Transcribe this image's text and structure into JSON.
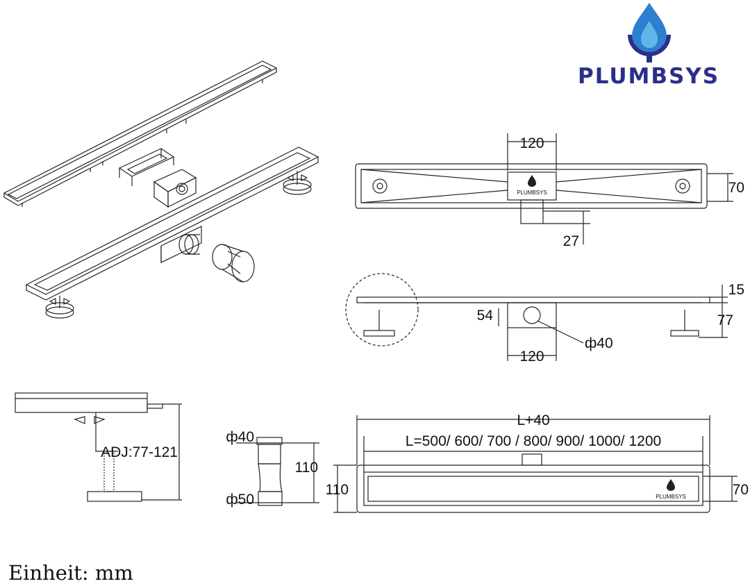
{
  "brand": {
    "name": "PLUMBSYS",
    "colors": {
      "navy": "#2b2f8a",
      "blue": "#2f7fd0",
      "light_blue": "#5fb6e8"
    }
  },
  "dimensions": {
    "top_view": {
      "outlet_width": "120",
      "height": "70",
      "outlet_depth": "27"
    },
    "side_view": {
      "top": "15",
      "total": "77",
      "left": "54",
      "outlet_width": "120",
      "outlet_diameter": "ф40"
    },
    "leg_detail": {
      "adjust": "ADJ:77-121"
    },
    "outlet_detail": {
      "top_diameter": "ф40",
      "height": "110",
      "bottom_diameter": "ф50"
    },
    "length_view": {
      "overall": "L+40",
      "lengths": "L=500/ 600/ 700 / 800/ 900/ 1000/ 1200",
      "depth": "110",
      "width": "70"
    }
  },
  "unit_label": "Einheit: mm"
}
